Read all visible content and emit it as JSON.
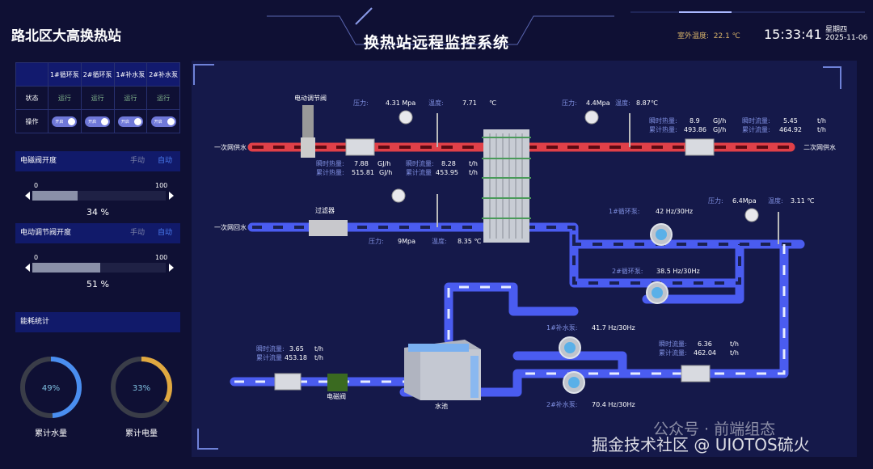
{
  "header": {
    "station": "路北区大高换热站",
    "title": "换热站远程监控系统",
    "outdoor_label": "室外温度:",
    "outdoor_value": "22.1 ℃",
    "time": "15:33:41",
    "weekday": "星期四",
    "date": "2025-11-06"
  },
  "pump_table": {
    "columns": [
      "1#循环泵",
      "2#循环泵",
      "1#补水泵",
      "2#补水泵"
    ],
    "status_label": "状态",
    "status": [
      "运行",
      "运行",
      "运行",
      "运行"
    ],
    "op_label": "操作",
    "toggle_label": "开启",
    "toggles_on": [
      true,
      true,
      true,
      true
    ]
  },
  "valve1": {
    "title": "电磁阀开度",
    "manual": "手动",
    "auto": "自动",
    "min": "0",
    "max": "100",
    "value": 34,
    "value_text": "34 %"
  },
  "valve2": {
    "title": "电动调节阀开度",
    "manual": "手动",
    "auto": "自动",
    "min": "0",
    "max": "100",
    "value": 51,
    "value_text": "51 %"
  },
  "energy": {
    "title": "能耗统计",
    "water": {
      "percent": 49,
      "text": "49%",
      "label": "累计水量",
      "color": "#4a8ef0"
    },
    "power": {
      "percent": 33,
      "text": "33%",
      "label": "累计电量",
      "color": "#e0a840"
    }
  },
  "diagram": {
    "primary_supply": "一次网供水",
    "primary_return": "一次网回水",
    "secondary_supply": "二次网供水",
    "reg_valve": "电动调节阀",
    "filter": "过滤器",
    "solenoid": "电磁阀",
    "tank": "水池",
    "p1_label": "压力:",
    "p1": "4.31  Mpa",
    "t1_label": "温度:",
    "t1": "7.71",
    "t1_unit": "℃",
    "p2_label": "压力:",
    "p2": "4.4Mpa",
    "t2_label": "温度:",
    "t2": "8.87℃",
    "p3_label": "压力:",
    "p3": "9Mpa",
    "t3_label": "温度:",
    "t3": "8.35 ℃",
    "p4_label": "压力:",
    "p4": "6.4Mpa",
    "t4_label": "温度:",
    "t4": "3.11 ℃",
    "m1": {
      "heat_label": "瞬时热量:",
      "heat": "7.88",
      "heat_unit": "GJ/h",
      "acc_heat_label": "累计热量:",
      "acc_heat": "515.81",
      "acc_heat_unit": "GJ/h",
      "flow_label": "瞬时流量:",
      "flow": "8.28",
      "flow_unit": "t/h",
      "acc_flow_label": "累计流量",
      "acc_flow": "453.95",
      "acc_flow_unit": "t/h"
    },
    "m2": {
      "heat_label": "瞬时热量:",
      "heat": "8.9",
      "heat_unit": "GJ/h",
      "acc_heat_label": "累计热量:",
      "acc_heat": "493.86",
      "acc_heat_unit": "GJ/h",
      "flow_label": "瞬时流量:",
      "flow": "5.45",
      "flow_unit": "t/h",
      "acc_flow_label": "累计流量:",
      "acc_flow": "464.92",
      "acc_flow_unit": "t/h"
    },
    "m3": {
      "flow_label": "瞬时流量:",
      "flow": "6.36",
      "flow_unit": "t/h",
      "acc_flow_label": "累计流量:",
      "acc_flow": "462.04",
      "acc_flow_unit": "t/h"
    },
    "m4": {
      "flow_label": "瞬时流量:",
      "flow": "3.65",
      "flow_unit": "t/h",
      "acc_flow_label": "累计流量",
      "acc_flow": "453.18",
      "acc_flow_unit": "t/h"
    },
    "pump1_label": "1#循环泵:",
    "pump1": "42  Hz/30Hz",
    "pump2_label": "2#循环泵:",
    "pump2": "38.5 Hz/30Hz",
    "mk1_label": "1#补水泵:",
    "mk1": "41.7 Hz/30Hz",
    "mk2_label": "2#补水泵:",
    "mk2": "70.4 Hz/30Hz"
  },
  "watermark": {
    "line1": "公众号 · 前端组态",
    "line2": "掘金技术社区 @ UIOTOS硫火"
  }
}
